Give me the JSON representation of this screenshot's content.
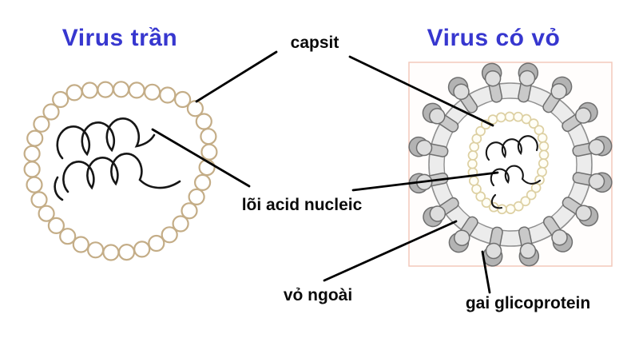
{
  "titles": {
    "naked": "Virus trần",
    "enveloped": "Virus có vỏ"
  },
  "annotations": {
    "capsid": "capsit",
    "nucleic_core": "lõi acid nucleic",
    "outer_envelope": "vỏ ngoài",
    "glycoprotein_spike": "gai glicoprotein"
  },
  "colors": {
    "title_text": "#3737cf",
    "label_text": "#0a0a0a",
    "leader_line": "#000000",
    "nucleic_coil": "#161616",
    "capsid_bead_naked": "#c4ad87",
    "capsid_bead_enveloped": "#ddd0a2",
    "envelope_fill": "#ececec",
    "envelope_stroke": "#8f8f8f",
    "spike_fill": "#c9c9c9",
    "spike_stroke": "#6f6f6f",
    "image_box_border": "#f3c9bb"
  }
}
